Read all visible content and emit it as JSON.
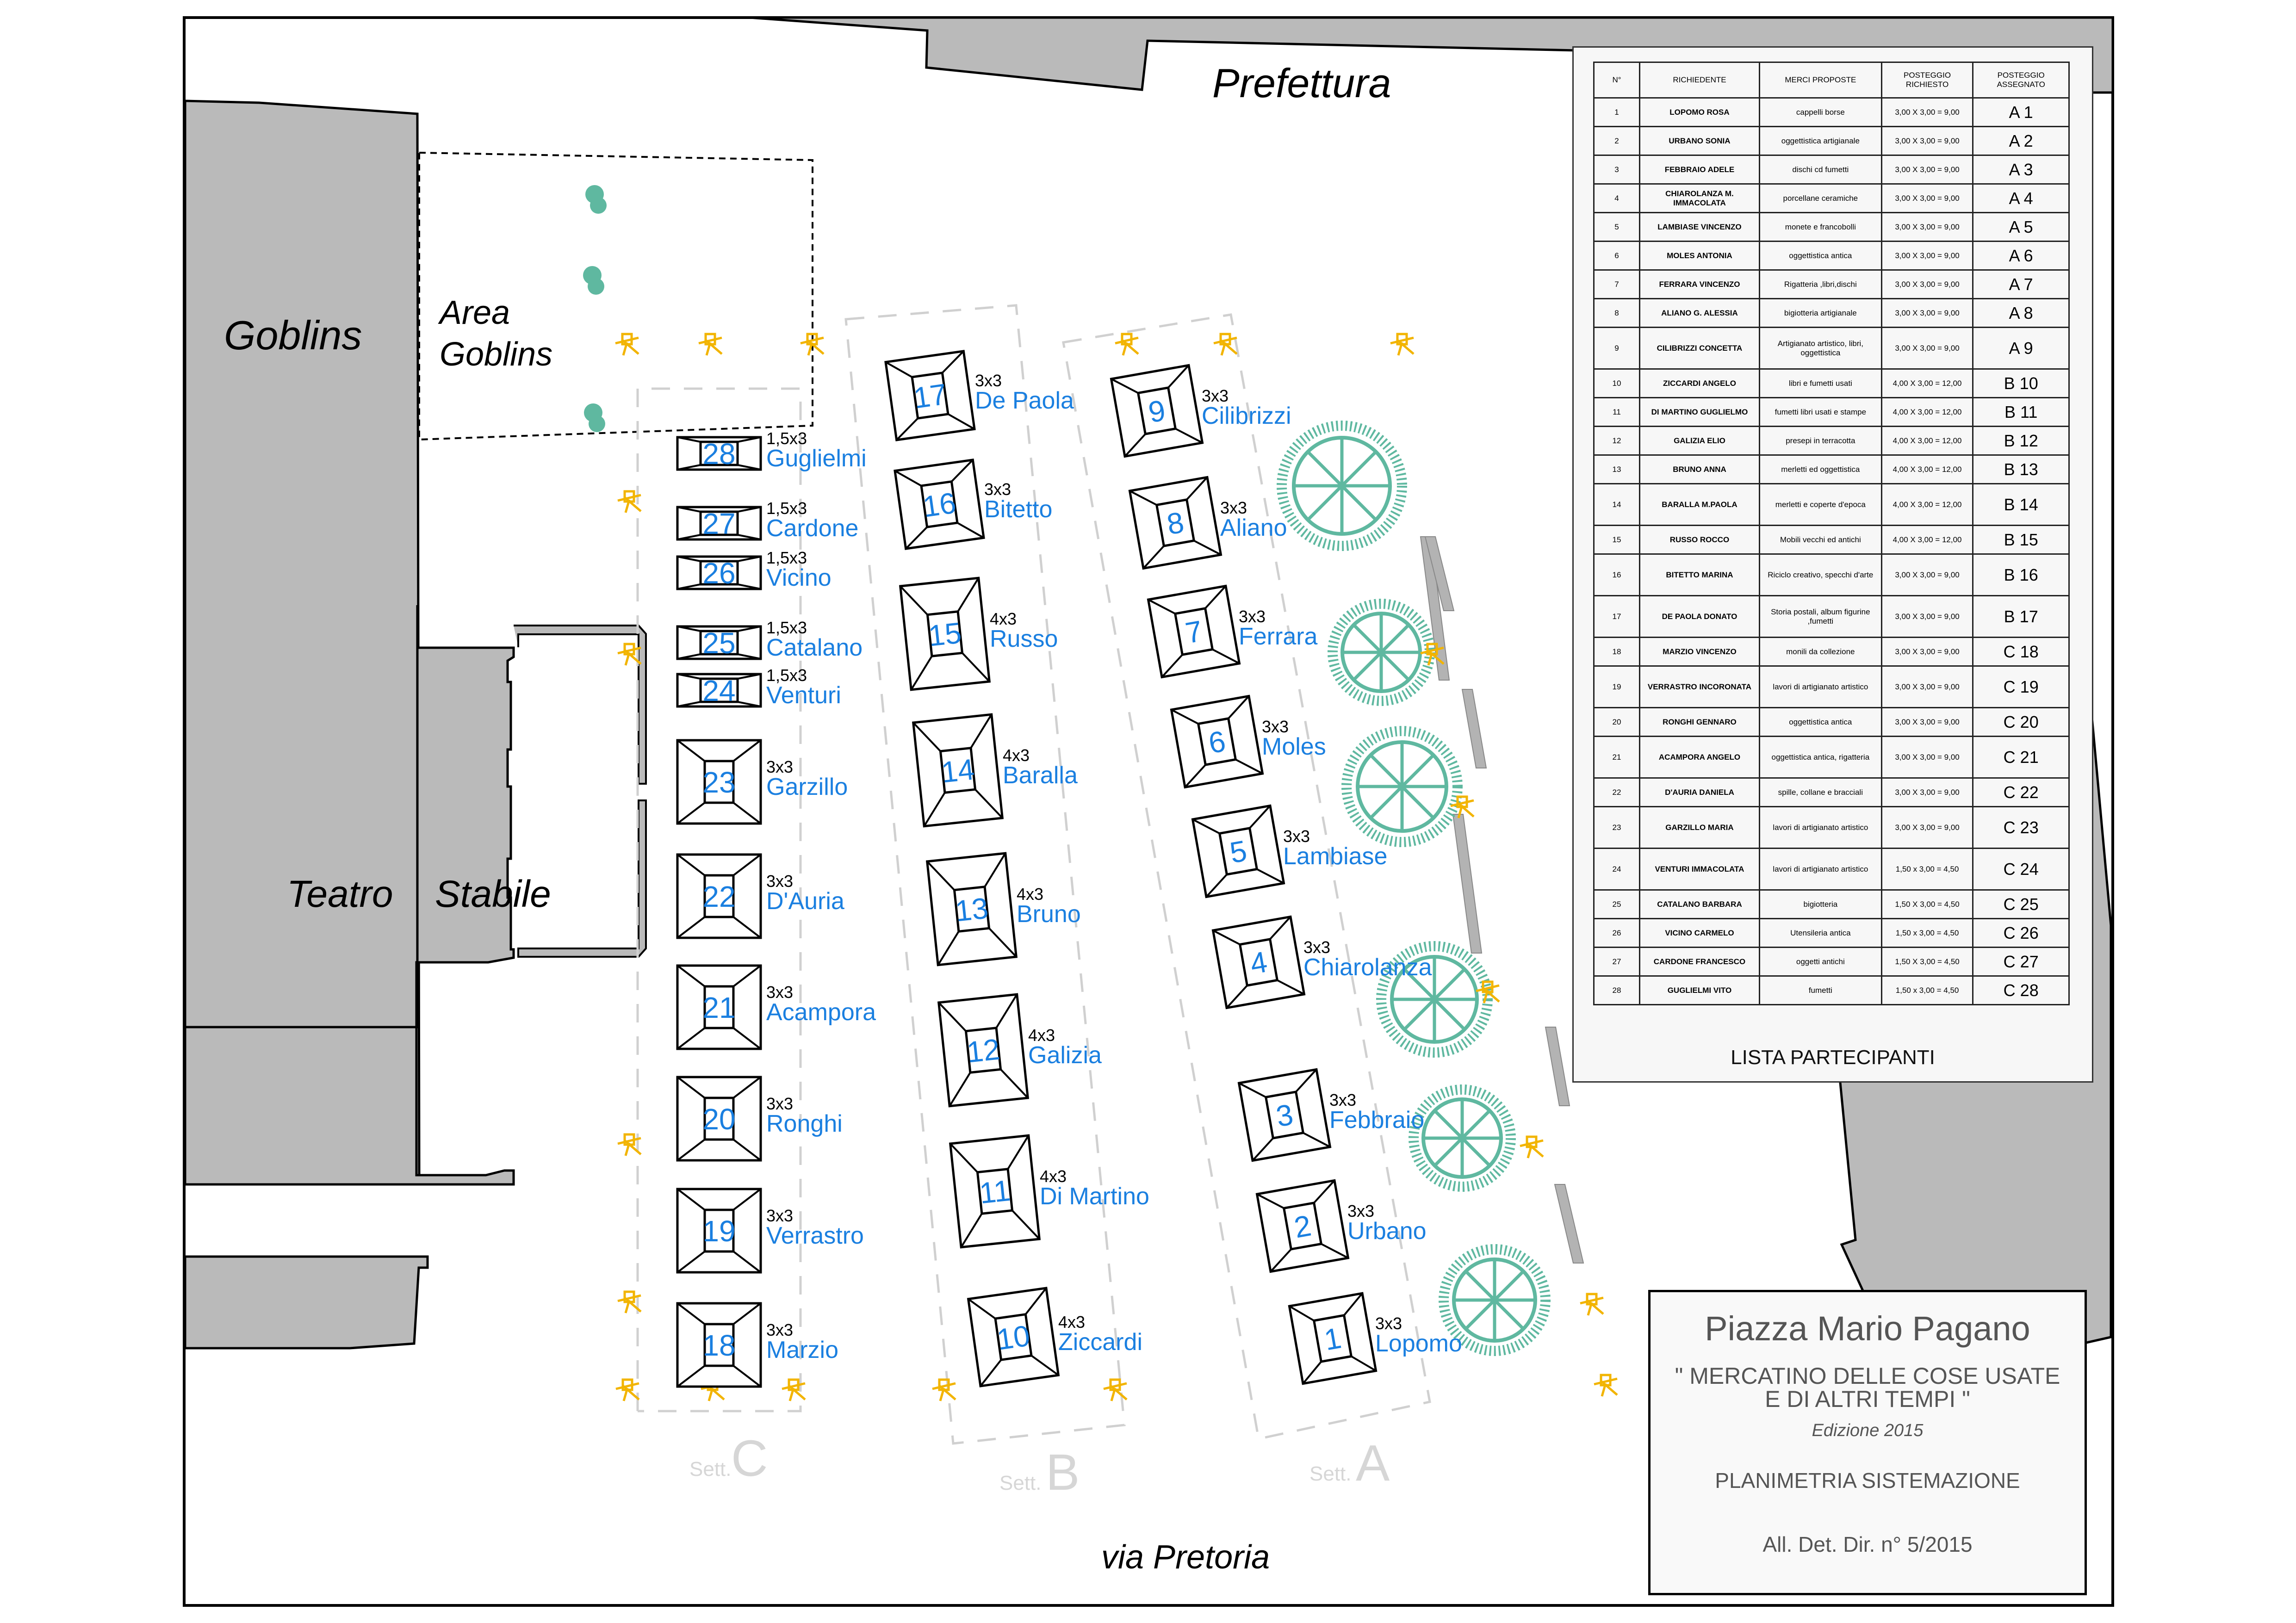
{
  "map": {
    "labels": {
      "prefettura": "Prefettura",
      "goblins": "Goblins",
      "area_goblins_1": "Area",
      "area_goblins_2": "Goblins",
      "teatro": "Teatro",
      "stabile": "Stabile",
      "via_pretoria": "via Pretoria"
    },
    "sectors": [
      {
        "prefix": "Sett.",
        "letter": "C"
      },
      {
        "prefix": "Sett.",
        "letter": "B"
      },
      {
        "prefix": "Sett.",
        "letter": "A"
      }
    ],
    "colors": {
      "stall_text": "#1a7fe0",
      "tree": "#5fb8a0",
      "lamp": "#f2b400",
      "building": "#bababa"
    },
    "stalls": [
      {
        "n": "1",
        "size": "3x3",
        "name": "Lopomo"
      },
      {
        "n": "2",
        "size": "3x3",
        "name": "Urbano"
      },
      {
        "n": "3",
        "size": "3x3",
        "name": "Febbraio"
      },
      {
        "n": "4",
        "size": "3x3",
        "name": "Chiarolanza"
      },
      {
        "n": "5",
        "size": "3x3",
        "name": "Lambiase"
      },
      {
        "n": "6",
        "size": "3x3",
        "name": "Moles"
      },
      {
        "n": "7",
        "size": "3x3",
        "name": "Ferrara"
      },
      {
        "n": "8",
        "size": "3x3",
        "name": "Aliano"
      },
      {
        "n": "9",
        "size": "3x3",
        "name": "Cilibrizzi"
      },
      {
        "n": "10",
        "size": "4x3",
        "name": "Ziccardi"
      },
      {
        "n": "11",
        "size": "4x3",
        "name": "Di Martino"
      },
      {
        "n": "12",
        "size": "4x3",
        "name": "Galizia"
      },
      {
        "n": "13",
        "size": "4x3",
        "name": "Bruno"
      },
      {
        "n": "14",
        "size": "4x3",
        "name": "Baralla"
      },
      {
        "n": "15",
        "size": "4x3",
        "name": "Russo"
      },
      {
        "n": "16",
        "size": "3x3",
        "name": "Bitetto"
      },
      {
        "n": "17",
        "size": "3x3",
        "name": "De Paola"
      },
      {
        "n": "18",
        "size": "3x3",
        "name": "Marzio"
      },
      {
        "n": "19",
        "size": "3x3",
        "name": "Verrastro"
      },
      {
        "n": "20",
        "size": "3x3",
        "name": "Ronghi"
      },
      {
        "n": "21",
        "size": "3x3",
        "name": "Acampora"
      },
      {
        "n": "22",
        "size": "3x3",
        "name": "D'Auria"
      },
      {
        "n": "23",
        "size": "3x3",
        "name": "Garzillo"
      },
      {
        "n": "24",
        "size": "1,5x3",
        "name": "Venturi"
      },
      {
        "n": "25",
        "size": "1,5x3",
        "name": "Catalano"
      },
      {
        "n": "26",
        "size": "1,5x3",
        "name": "Vicino"
      },
      {
        "n": "27",
        "size": "1,5x3",
        "name": "Cardone"
      },
      {
        "n": "28",
        "size": "1,5x3",
        "name": "Guglielmi"
      }
    ]
  },
  "participants": {
    "title": "LISTA  PARTECIPANTI",
    "headers": [
      "N°",
      "RICHIEDENTE",
      "MERCI PROPOSTE",
      "POSTEGGIO RICHIESTO",
      "POSTEGGIO ASSEGNATO"
    ],
    "rows": [
      {
        "n": "1",
        "name": "LOPOMO ROSA",
        "goods": "cappelli borse",
        "req": "3,00  X 3,00  = 9,00",
        "ass": "A 1"
      },
      {
        "n": "2",
        "name": "URBANO SONIA",
        "goods": "oggettistica artigianale",
        "req": "3,00  X 3,00  = 9,00",
        "ass": "A 2"
      },
      {
        "n": "3",
        "name": "FEBBRAIO ADELE",
        "goods": "dischi cd fumetti",
        "req": "3,00 X 3,00  = 9,00",
        "ass": "A 3"
      },
      {
        "n": "4",
        "name": "CHIAROLANZA M. IMMACOLATA",
        "goods": "porcellane ceramiche",
        "req": "3,00  X 3,00  = 9,00",
        "ass": "A 4"
      },
      {
        "n": "5",
        "name": "LAMBIASE VINCENZO",
        "goods": "monete e francobolli",
        "req": "3,00  X 3,00  = 9,00",
        "ass": "A 5"
      },
      {
        "n": "6",
        "name": "MOLES ANTONIA",
        "goods": "oggettistica antica",
        "req": "3,00  X 3,00  = 9,00",
        "ass": "A 6"
      },
      {
        "n": "7",
        "name": "FERRARA VINCENZO",
        "goods": "Rigatteria ,libri,dischi",
        "req": "3,00  X 3,00  = 9,00",
        "ass": "A 7"
      },
      {
        "n": "8",
        "name": "ALIANO G. ALESSIA",
        "goods": "bigiotteria artigianale",
        "req": "3,00  X 3,00  = 9,00",
        "ass": "A 8"
      },
      {
        "n": "9",
        "name": "CILIBRIZZI CONCETTA",
        "goods": "Artigianato artistico, libri, oggettistica",
        "req": "3,00  X 3,00  = 9,00",
        "ass": "A 9"
      },
      {
        "n": "10",
        "name": "ZICCARDI ANGELO",
        "goods": "libri e fumetti usati",
        "req": "4,00 X 3,00 = 12,00",
        "ass": "B 10"
      },
      {
        "n": "11",
        "name": "DI MARTINO GUGLIELMO",
        "goods": "fumetti libri usati e stampe",
        "req": "4,00 X 3,00 = 12,00",
        "ass": "B 11"
      },
      {
        "n": "12",
        "name": "GALIZIA ELIO",
        "goods": "presepi in terracotta",
        "req": "4,00 X 3,00 = 12,00",
        "ass": "B 12"
      },
      {
        "n": "13",
        "name": "BRUNO ANNA",
        "goods": "merletti ed oggettistica",
        "req": "4,00 X 3,00 = 12,00",
        "ass": "B 13"
      },
      {
        "n": "14",
        "name": "BARALLA M.PAOLA",
        "goods": "merletti e coperte d'epoca",
        "req": "4,00  X 3,00  =  12,00",
        "ass": "B 14"
      },
      {
        "n": "15",
        "name": "RUSSO ROCCO",
        "goods": "Mobili vecchi ed antichi",
        "req": "4,00  X 3,00  =  12,00",
        "ass": "B 15"
      },
      {
        "n": "16",
        "name": "BITETTO MARINA",
        "goods": "Riciclo creativo, specchi d'arte",
        "req": "3,00  X 3,00  = 9,00",
        "ass": "B 16"
      },
      {
        "n": "17",
        "name": "DE PAOLA DONATO",
        "goods": "Storia postali, album figurine ,fumetti",
        "req": "3,00  X 3,00  = 9,00",
        "ass": "B 17"
      },
      {
        "n": "18",
        "name": "MARZIO VINCENZO",
        "goods": "monili da collezione",
        "req": "3,00  X 3,00  = 9,00",
        "ass": "C 18"
      },
      {
        "n": "19",
        "name": "VERRASTRO INCORONATA",
        "goods": "lavori di artigianato artistico",
        "req": "3,00  X 3,00  = 9,00",
        "ass": "C 19"
      },
      {
        "n": "20",
        "name": "RONGHI GENNARO",
        "goods": "oggettistica antica",
        "req": "3,00  X 3,00  = 9,00",
        "ass": "C 20"
      },
      {
        "n": "21",
        "name": "ACAMPORA ANGELO",
        "goods": "oggettistica antica, rigatteria",
        "req": "3,00  X 3,00  = 9,00",
        "ass": "C 21"
      },
      {
        "n": "22",
        "name": "D'AURIA DANIELA",
        "goods": "spille, collane e bracciali",
        "req": "3,00  X 3,00  = 9,00",
        "ass": "C 22"
      },
      {
        "n": "23",
        "name": "GARZILLO MARIA",
        "goods": "lavori di artigianato artistico",
        "req": "3,00  X 3,00  = 9,00",
        "ass": "C 23"
      },
      {
        "n": "24",
        "name": "VENTURI IMMACOLATA",
        "goods": "lavori di artigianato artistico",
        "req": "1,50 x 3,00 = 4,50",
        "ass": "C 24"
      },
      {
        "n": "25",
        "name": "CATALANO BARBARA",
        "goods": "bigiotteria",
        "req": "1,50  X 3,00 = 4,50",
        "ass": "C 25"
      },
      {
        "n": "26",
        "name": "VICINO CARMELO",
        "goods": "Utensileria antica",
        "req": "1,50 x 3,00 = 4,50",
        "ass": "C 26"
      },
      {
        "n": "27",
        "name": "CARDONE FRANCESCO",
        "goods": "oggetti antichi",
        "req": "1,50 X 3,00 = 4,50",
        "ass": "C 27"
      },
      {
        "n": "28",
        "name": "GUGLIELMI VITO",
        "goods": "fumetti",
        "req": "1,50 x 3,00 = 4,50",
        "ass": "C 28"
      }
    ]
  },
  "title_block": {
    "place": "Piazza Mario Pagano",
    "event_line1": "\" MERCATINO DELLE COSE USATE",
    "event_line2": "E DI ALTRI TEMPI \"",
    "edition": "Edizione 2015",
    "doc_type": "PLANIMETRIA  SISTEMAZIONE",
    "reference": "All. Det. Dir. n° 5/2015"
  }
}
